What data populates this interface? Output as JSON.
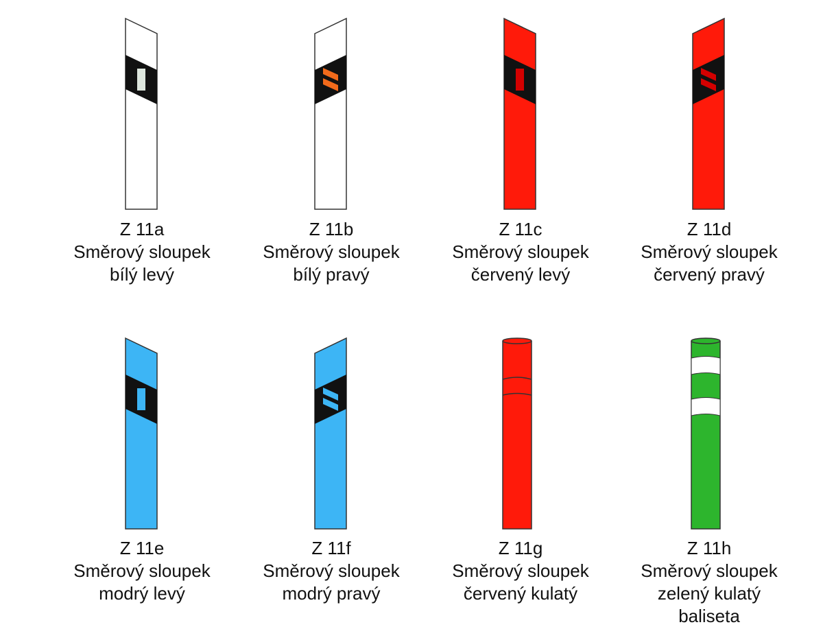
{
  "colors": {
    "white": "#ffffff",
    "red": "#ff1a0a",
    "blue": "#3db5f5",
    "green": "#2db52d",
    "band": "#111111",
    "reflector_white": "#dde6dd",
    "reflector_orange": "#f26a1b",
    "reflector_red": "#d40000",
    "reflector_blue": "#3db5f5",
    "outline": "#333333"
  },
  "posts": [
    {
      "code": "Z 11a",
      "line1": "Směrový sloupek",
      "line2": "bílý levý",
      "line3": "",
      "shape": "flat",
      "side": "left",
      "body": "white",
      "reflector": "single",
      "refl_color": "reflector_white"
    },
    {
      "code": "Z 11b",
      "line1": "Směrový sloupek",
      "line2": "bílý pravý",
      "line3": "",
      "shape": "flat",
      "side": "right",
      "body": "white",
      "reflector": "double",
      "refl_color": "reflector_orange"
    },
    {
      "code": "Z 11c",
      "line1": "Směrový sloupek",
      "line2": "červený levý",
      "line3": "",
      "shape": "flat",
      "side": "left",
      "body": "red",
      "reflector": "single",
      "refl_color": "reflector_red"
    },
    {
      "code": "Z 11d",
      "line1": "Směrový sloupek",
      "line2": "červený pravý",
      "line3": "",
      "shape": "flat",
      "side": "right",
      "body": "red",
      "reflector": "double",
      "refl_color": "reflector_red"
    },
    {
      "code": "Z 11e",
      "line1": "Směrový sloupek",
      "line2": "modrý levý",
      "line3": "",
      "shape": "flat",
      "side": "left",
      "body": "blue",
      "reflector": "single",
      "refl_color": "reflector_blue"
    },
    {
      "code": "Z 11f",
      "line1": "Směrový sloupek",
      "line2": "modrý pravý",
      "line3": "",
      "shape": "flat",
      "side": "right",
      "body": "blue",
      "reflector": "double",
      "refl_color": "reflector_blue"
    },
    {
      "code": "Z 11g",
      "line1": "Směrový sloupek",
      "line2": "červený kulatý",
      "line3": "",
      "shape": "round",
      "body": "red",
      "bands": "single-line"
    },
    {
      "code": "Z 11h",
      "line1": "Směrový sloupek",
      "line2": "zelený kulatý",
      "line3": "baliseta",
      "shape": "round",
      "body": "green",
      "bands": "two-white"
    }
  ]
}
